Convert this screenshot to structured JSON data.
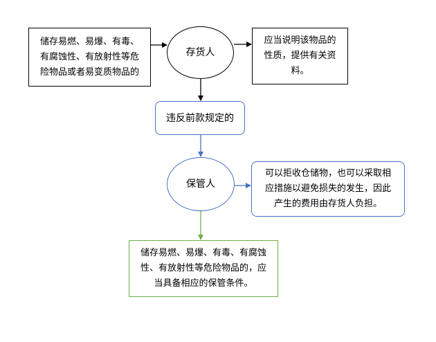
{
  "nodes": {
    "hazardous_goods": {
      "line1": "储存易燃、易爆、有毒、",
      "line2": "有腐蚀性、有放射性等危",
      "line3": "险物品或者易变质物品的"
    },
    "storer": {
      "label": "存货人"
    },
    "explain": {
      "line1": "应当说明该物品的",
      "line2": "性质，提供有关资",
      "line3": "料。"
    },
    "violation": {
      "label": "违反前款规定的"
    },
    "keeper": {
      "label": "保管人"
    },
    "refuse": {
      "line1": "可以拒收仓储物，也可以采取相",
      "line2": "应措施以避免损失的发生，因此",
      "line3": "产生的费用由存货人负担。"
    },
    "conditions": {
      "line1": "储存易燃、易爆、有毒、有腐蚀",
      "line2": "性、有放射性等危险物品的，应",
      "line3": "当具备相应的保管条件。"
    }
  },
  "colors": {
    "black": "#000000",
    "blue": "#4472c4",
    "green": "#70ad47"
  }
}
